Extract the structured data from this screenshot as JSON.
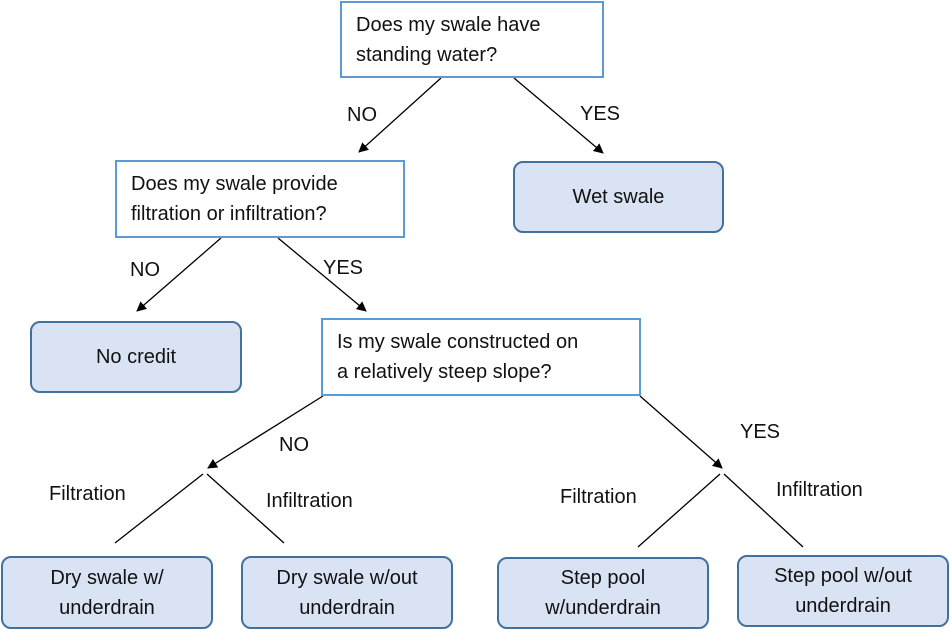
{
  "questions": {
    "q1": "Does my swale have\nstanding water?",
    "q2": "Does my swale provide\nfiltration or infiltration?",
    "q3": "Is my swale constructed on\na relatively steep slope?"
  },
  "outcomes": {
    "wet_swale": "Wet swale",
    "no_credit": "No credit",
    "dry_with": "Dry swale w/\nunderdrain",
    "dry_without": "Dry swale w/out\nunderdrain",
    "step_with": "Step pool\nw/underdrain",
    "step_without": "Step pool w/out\nunderdrain"
  },
  "edge_labels": {
    "q1_no": "NO",
    "q1_yes": "YES",
    "q2_no": "NO",
    "q2_yes": "YES",
    "q3_no": "NO",
    "q3_yes": "YES",
    "left_filtration": "Filtration",
    "left_infiltration": "Infiltration",
    "right_filtration": "Filtration",
    "right_infiltration": "Infiltration"
  },
  "colors": {
    "question_border": "#5b9bd5",
    "outcome_fill": "#dae3f3",
    "outcome_border": "#41719c",
    "line": "#000000"
  }
}
